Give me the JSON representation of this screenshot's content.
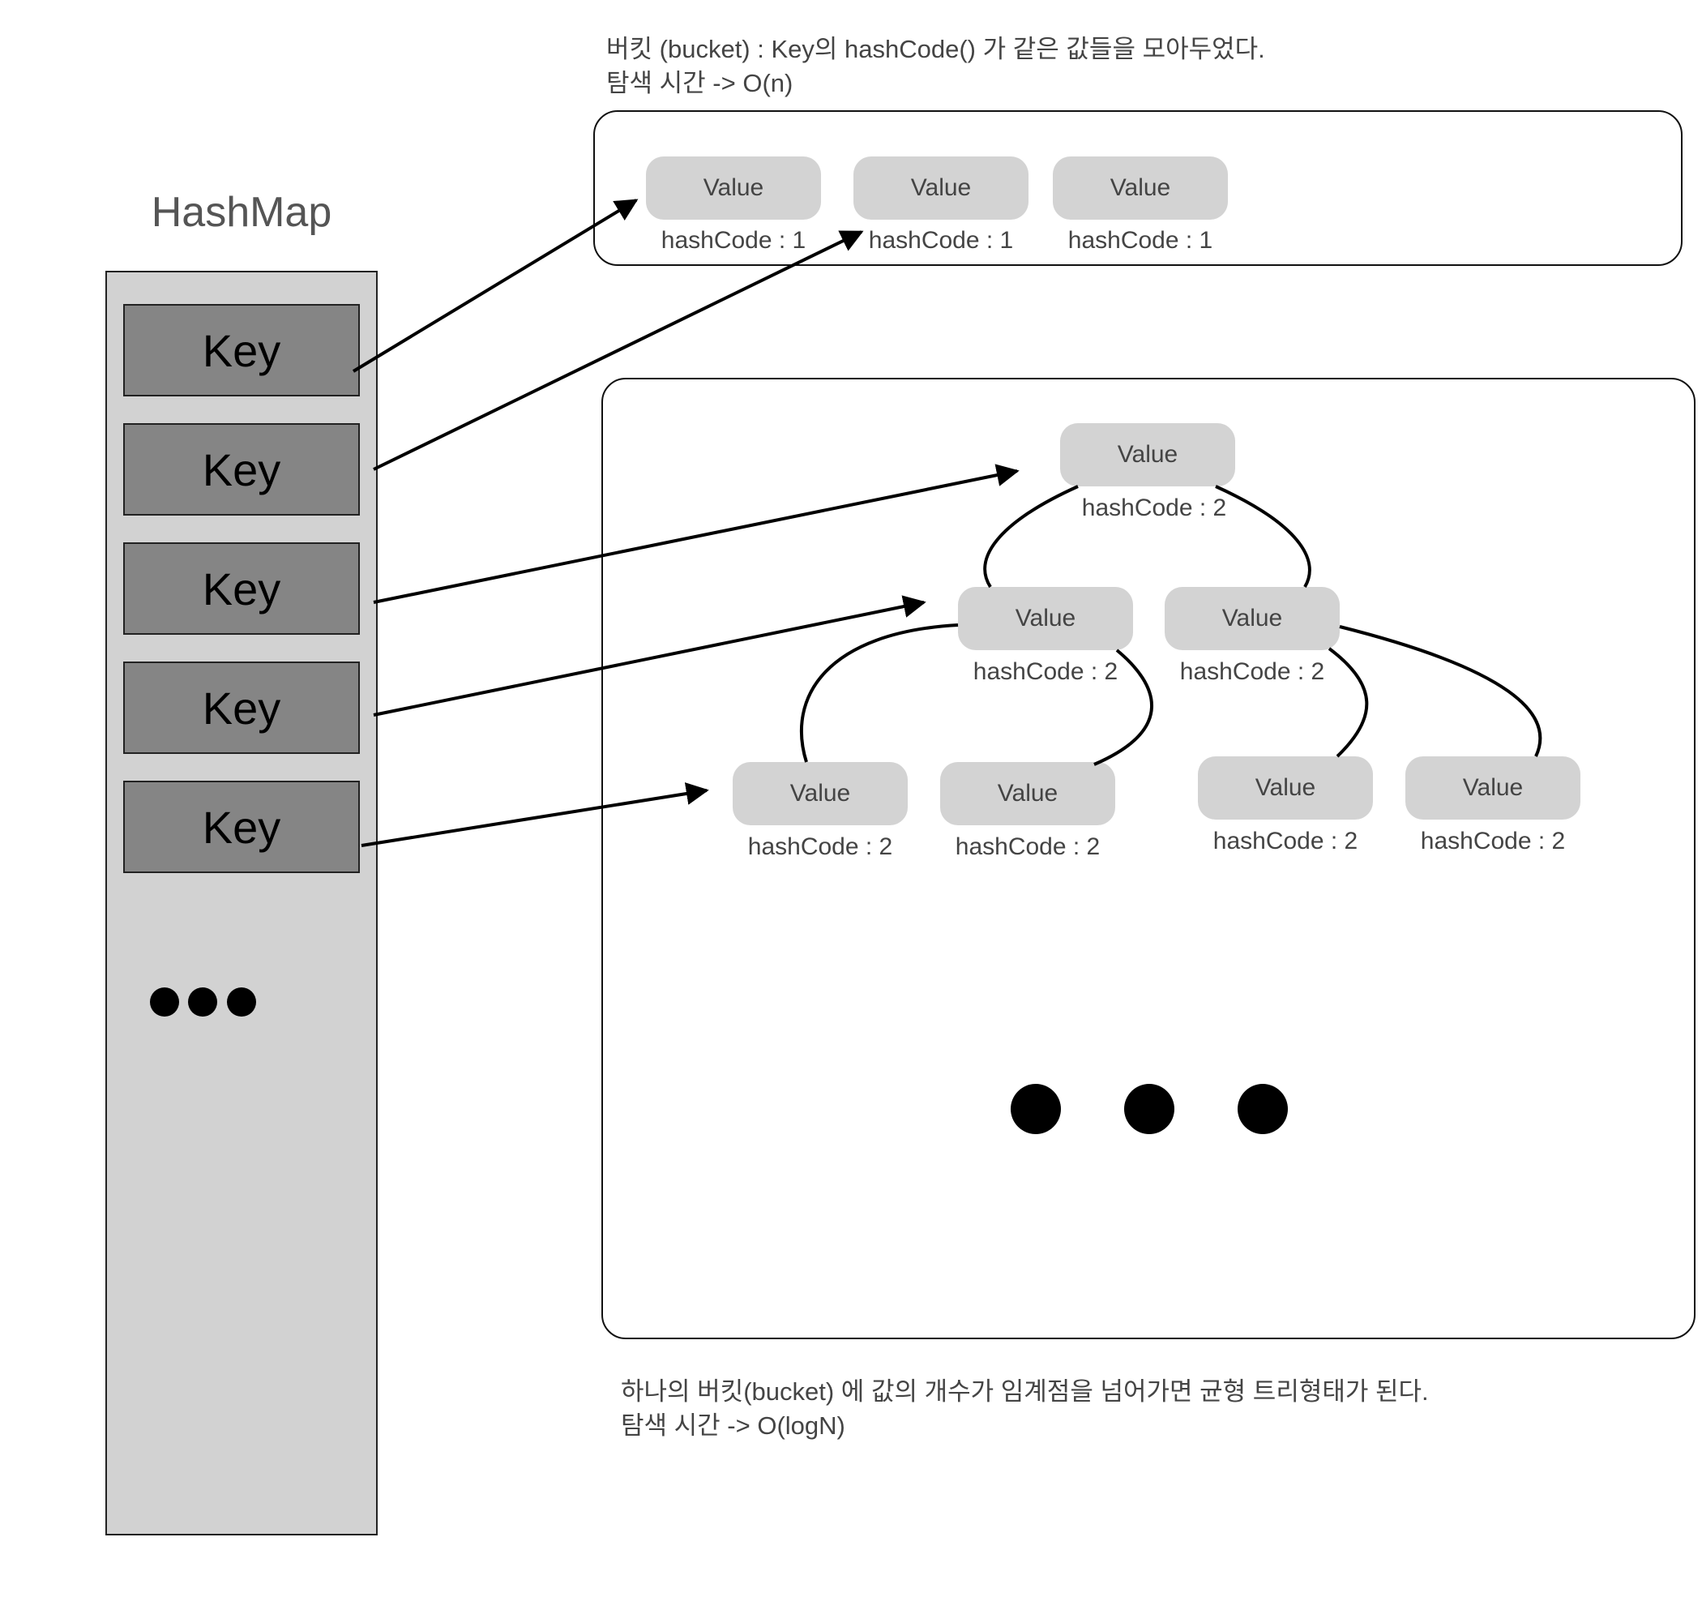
{
  "bucket_list": {
    "caption_line1": "버킷 (bucket) : Key의 hashCode() 가 같은 값들을 모아두었다.",
    "caption_line2": "탐색 시간 -> O(n)",
    "nodes": [
      {
        "value": "Value",
        "hash": "hashCode : 1"
      },
      {
        "value": "Value",
        "hash": "hashCode : 1"
      },
      {
        "value": "Value",
        "hash": "hashCode : 1"
      }
    ]
  },
  "hashmap": {
    "title": "HashMap",
    "keys": [
      "Key",
      "Key",
      "Key",
      "Key",
      "Key"
    ]
  },
  "bucket_tree": {
    "caption_line1": "하나의 버킷(bucket) 에 값의 개수가 임계점을 넘어가면 균형 트리형태가 된다.",
    "caption_line2": "탐색 시간 -> O(logN)",
    "nodes": [
      {
        "value": "Value",
        "hash": "hashCode : 2"
      },
      {
        "value": "Value",
        "hash": "hashCode : 2"
      },
      {
        "value": "Value",
        "hash": "hashCode : 2"
      },
      {
        "value": "Value",
        "hash": "hashCode : 2"
      },
      {
        "value": "Value",
        "hash": "hashCode : 2"
      },
      {
        "value": "Value",
        "hash": "hashCode : 2"
      },
      {
        "value": "Value",
        "hash": "hashCode : 2"
      }
    ]
  },
  "colors": {
    "hashmap_bg": "#d2d2d2",
    "key_bg": "#858585",
    "value_bg": "#d3d3d3",
    "line": "#000000"
  }
}
